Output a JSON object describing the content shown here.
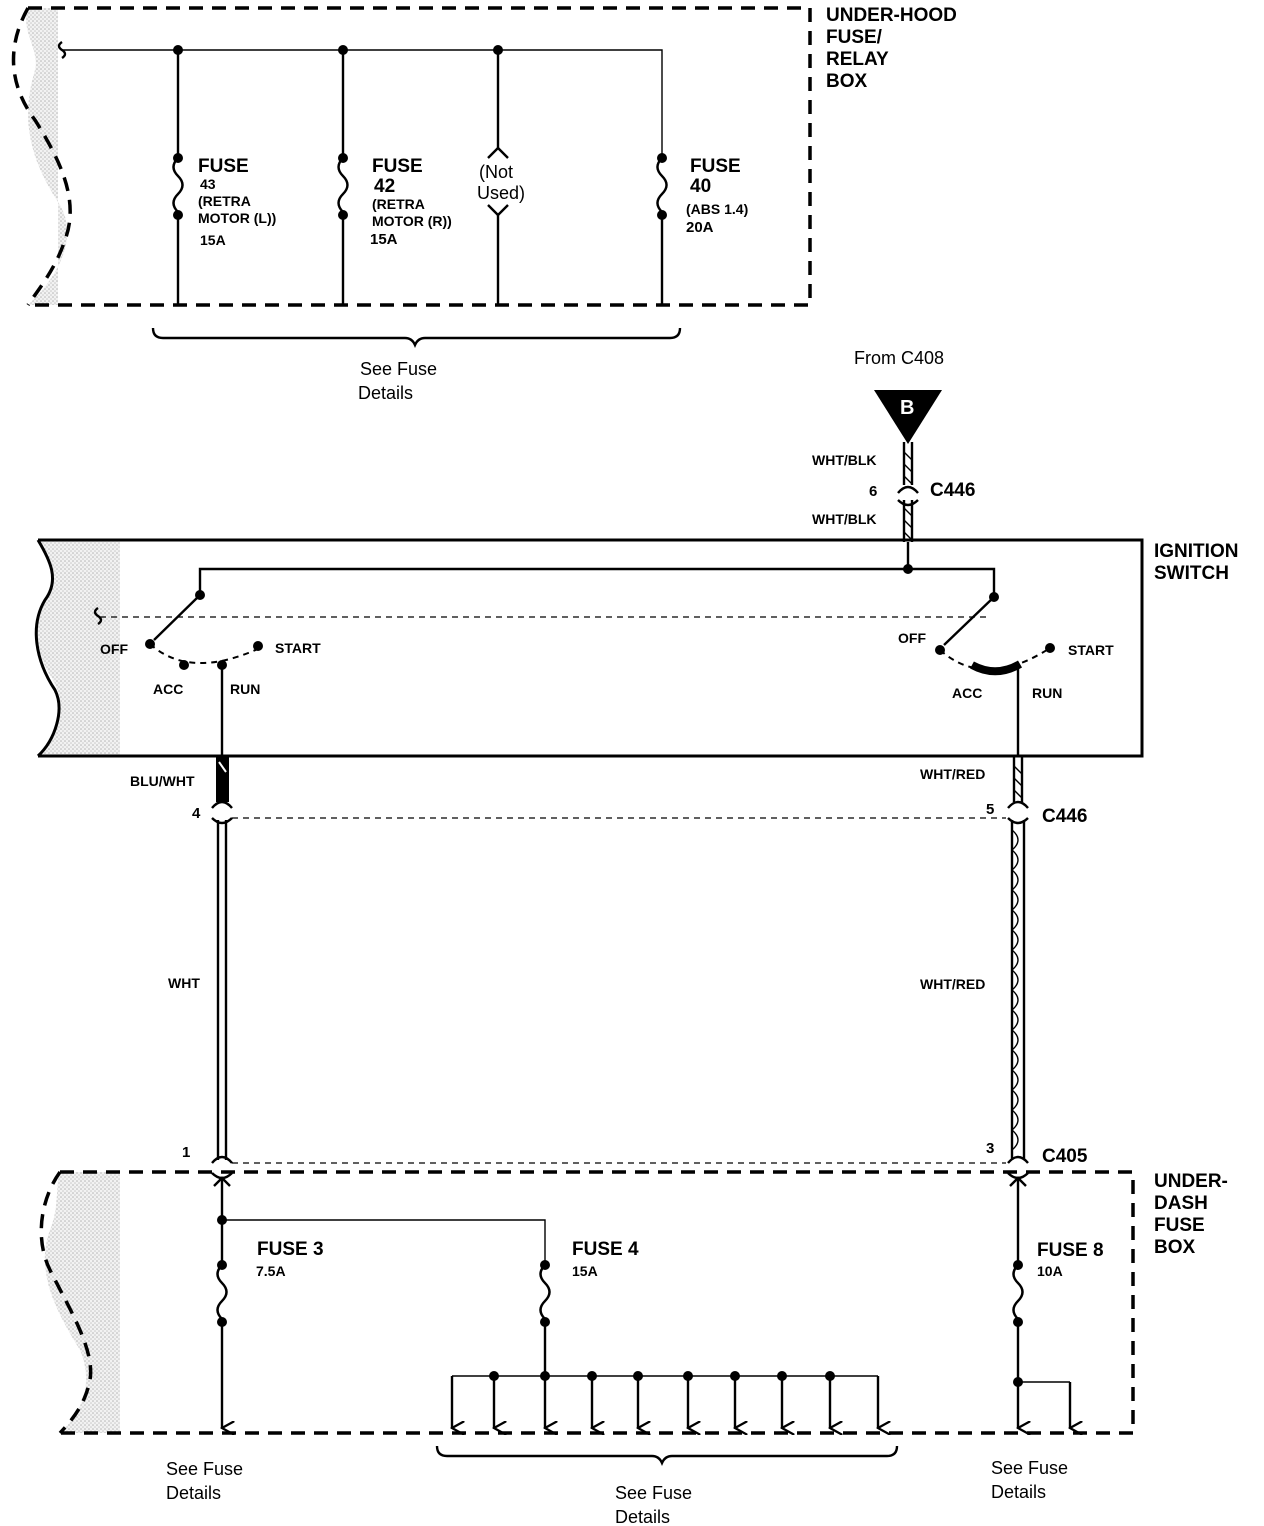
{
  "underhood_box": {
    "title_lines": [
      "UNDER-HOOD",
      "FUSE/",
      "RELAY",
      "BOX"
    ],
    "fuse43": {
      "title": "FUSE",
      "lines": [
        "43",
        "(RETRA",
        "MOTOR (L))",
        "15A"
      ]
    },
    "fuse42": {
      "title": "FUSE",
      "lines": [
        "42",
        "(RETRA",
        "MOTOR (R))",
        "15A"
      ]
    },
    "not_used": [
      "(Not",
      "Used)"
    ],
    "fuse40": {
      "title": "FUSE",
      "lines": [
        "40",
        "(ABS 1.4)",
        "20A"
      ]
    },
    "see_fuse_details": [
      "See Fuse",
      "Details"
    ]
  },
  "source": {
    "from_label": "From C408",
    "terminal": "B",
    "wire_top": "WHT/BLK",
    "pin": "6",
    "connector": "C446",
    "wire_bottom": "WHT/BLK"
  },
  "ignition_switch": {
    "title_lines": [
      "IGNITION",
      "SWITCH"
    ],
    "left": {
      "off": "OFF",
      "start": "START",
      "acc": "ACC",
      "run": "RUN"
    },
    "right": {
      "off": "OFF",
      "start": "START",
      "acc": "ACC",
      "run": "RUN"
    }
  },
  "wiring": {
    "left_wire_top": "BLU/WHT",
    "left_pin": "4",
    "right_wire_top": "WHT/RED",
    "right_pin": "5",
    "connector_c446": "C446",
    "left_wire": "WHT",
    "right_wire": "WHT/RED",
    "left_pin_bottom": "1",
    "right_pin_bottom": "3",
    "connector_c405": "C405"
  },
  "underdash_box": {
    "title_lines": [
      "UNDER-",
      "DASH",
      "FUSE",
      "BOX"
    ],
    "fuse3": {
      "title": "FUSE 3",
      "rating": "7.5A"
    },
    "fuse4": {
      "title": "FUSE 4",
      "rating": "15A"
    },
    "fuse8": {
      "title": "FUSE 8",
      "rating": "10A"
    },
    "see_fuse_left": [
      "See Fuse",
      "Details"
    ],
    "see_fuse_center": [
      "See Fuse",
      "Details"
    ],
    "see_fuse_right": [
      "See Fuse",
      "Details"
    ]
  }
}
